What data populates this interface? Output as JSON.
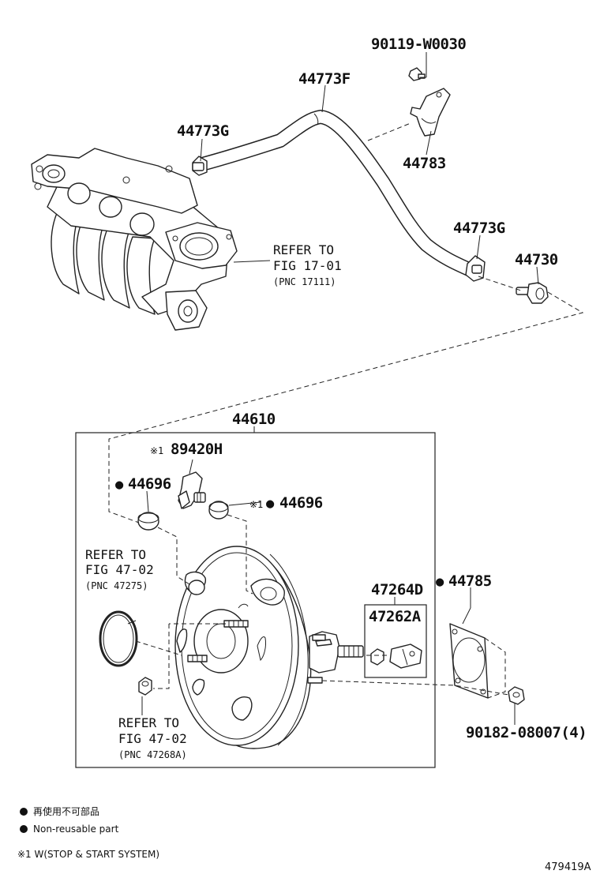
{
  "labels": {
    "p90119": "90119-W0030",
    "p44773F": "44773F",
    "p44773G_top": "44773G",
    "p44783": "44783",
    "p44773G_right": "44773G",
    "p44730": "44730",
    "p44610": "44610",
    "p89420H": "89420H",
    "p44696_left": "44696",
    "p44696_right": "44696",
    "p47264D": "47264D",
    "p47262A": "47262A",
    "p44785": "44785",
    "p90182": "90182-08007(4)"
  },
  "refs": {
    "fig17": {
      "line1": "REFER TO",
      "line2": "FIG 17-01",
      "pnc": "(PNC 17111)"
    },
    "fig47_275": {
      "line1": "REFER TO",
      "line2": "FIG 47-02",
      "pnc": "(PNC 47275)"
    },
    "fig47_268": {
      "line1": "REFER TO",
      "line2": "FIG 47-02",
      "pnc": "(PNC 47268A)"
    }
  },
  "marks": {
    "note1": "※1",
    "nonreusable_dot": "●"
  },
  "legend": {
    "jp": "再使用不可部品",
    "en": "Non-reusable part",
    "note": "※1 W(STOP & START SYSTEM)"
  },
  "diagram_id": "479419A"
}
